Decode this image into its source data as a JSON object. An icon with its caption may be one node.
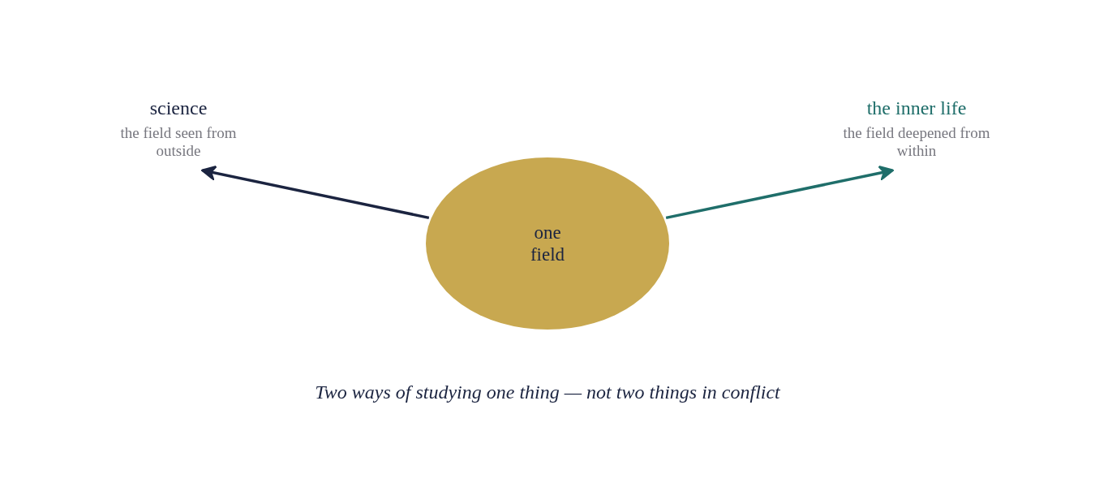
{
  "diagram": {
    "caption": "Two ways of studying one thing — not two things in conflict",
    "nodes": [
      {
        "text": [
          "one field"
        ]
      },
      {
        "text": [
          "science",
          "the field seen from outside"
        ]
      },
      {
        "text": [
          "the inner life",
          "the field deepened from within"
        ]
      }
    ],
    "edges": [
      {
        "from": 0,
        "to": 1,
        "arrow": "to",
        "color": "#1b2440"
      },
      {
        "from": 0,
        "to": 2,
        "arrow": "to",
        "color": "#1f6e6a"
      }
    ]
  }
}
